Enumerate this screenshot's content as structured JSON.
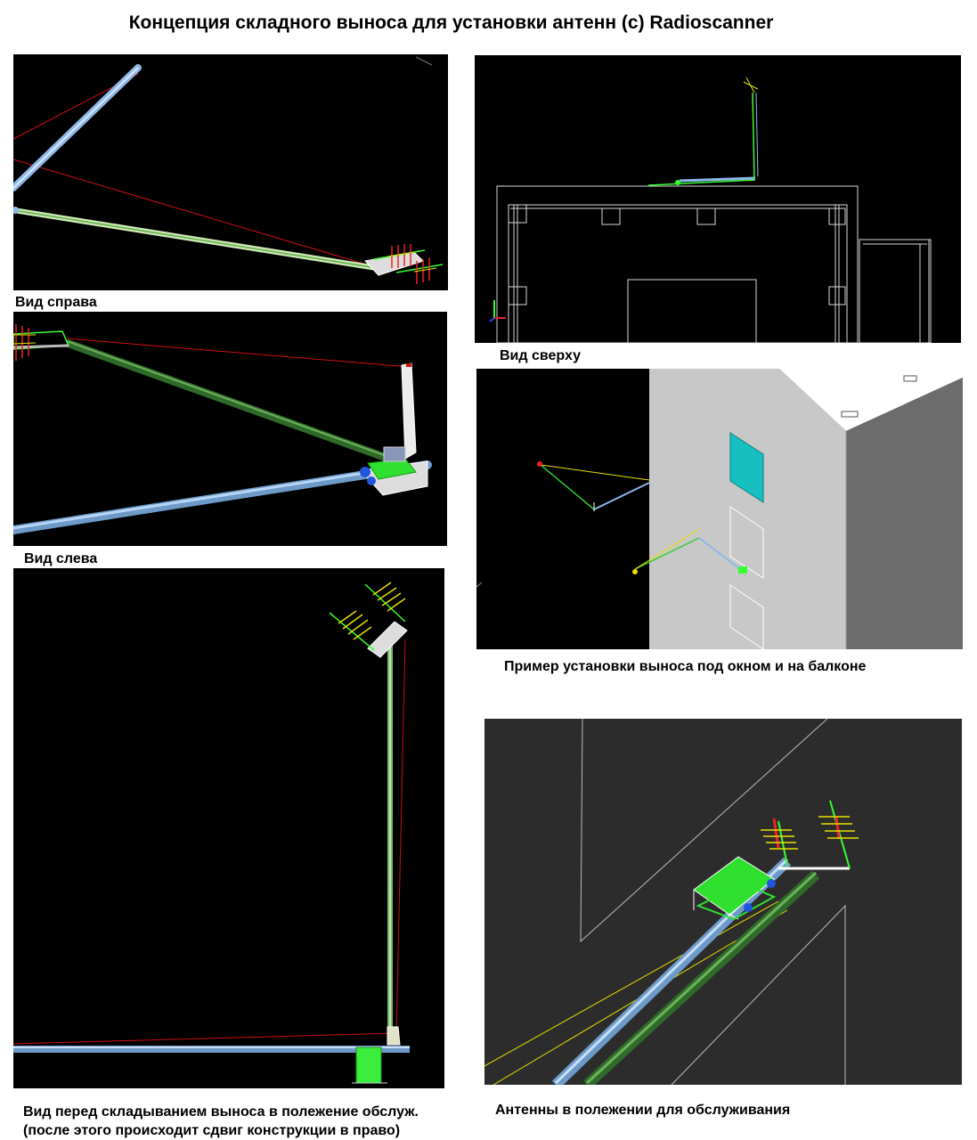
{
  "title": "Концепция складного выноса для установки антенн (с) Radioscanner",
  "captions": {
    "right_view": "Вид справа",
    "left_view": "Вид слева",
    "before_folding_line1": "Вид перед складыванием выноса в полежение обслуж.",
    "before_folding_line2": "(после этого происходит сдвиг конструкции в право)",
    "top_view": "Вид сверху",
    "install_example": "Пример установки выноса под окном и на балконе",
    "service_position": "Антенны в полежении для обслуживания"
  },
  "colors": {
    "panel_bg": "#000000",
    "service_bg": "#2c2c2c",
    "boom_blue": "#8db8e8",
    "boom_green": "#3f7a3a",
    "bright_green": "#33ff33",
    "guy_red": "#cc1111",
    "antenna_yellow": "#e8e000",
    "wall_grey": "#c8c8c8",
    "window_cyan": "#16c0c0"
  }
}
